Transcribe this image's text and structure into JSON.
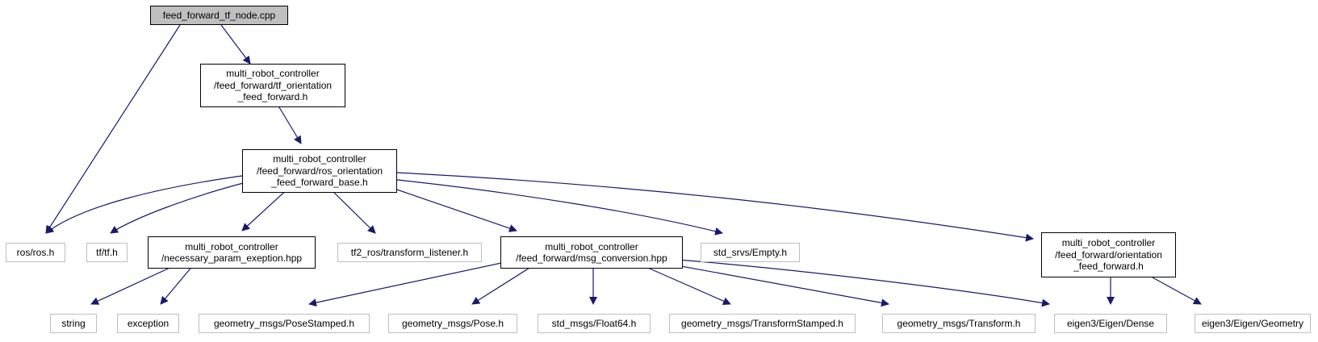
{
  "diagram": {
    "edge_color": "#191970",
    "main_fill": "#bfbfbf",
    "system_border": "#bfbfbf",
    "nodes": {
      "main": "feed_forward_tf_node.cpp",
      "tf_orientation": "multi_robot_controller\n/feed_forward/tf_orientation\n_feed_forward.h",
      "ros_orientation_base": "multi_robot_controller\n/feed_forward/ros_orientation\n_feed_forward_base.h",
      "ros_h": "ros/ros.h",
      "tf_h": "tf/tf.h",
      "necessary_param": "multi_robot_controller\n/necessary_param_exeption.hpp",
      "transform_listener": "tf2_ros/transform_listener.h",
      "msg_conversion": "multi_robot_controller\n/feed_forward/msg_conversion.hpp",
      "std_srvs_empty": "std_srvs/Empty.h",
      "orientation_ff": "multi_robot_controller\n/feed_forward/orientation\n_feed_forward.h",
      "string": "string",
      "exception": "exception",
      "pose_stamped": "geometry_msgs/PoseStamped.h",
      "pose": "geometry_msgs/Pose.h",
      "float64": "std_msgs/Float64.h",
      "transform_stamped": "geometry_msgs/TransformStamped.h",
      "transform": "geometry_msgs/Transform.h",
      "eigen_dense": "eigen3/Eigen/Dense",
      "eigen_geometry": "eigen3/Eigen/Geometry"
    }
  }
}
